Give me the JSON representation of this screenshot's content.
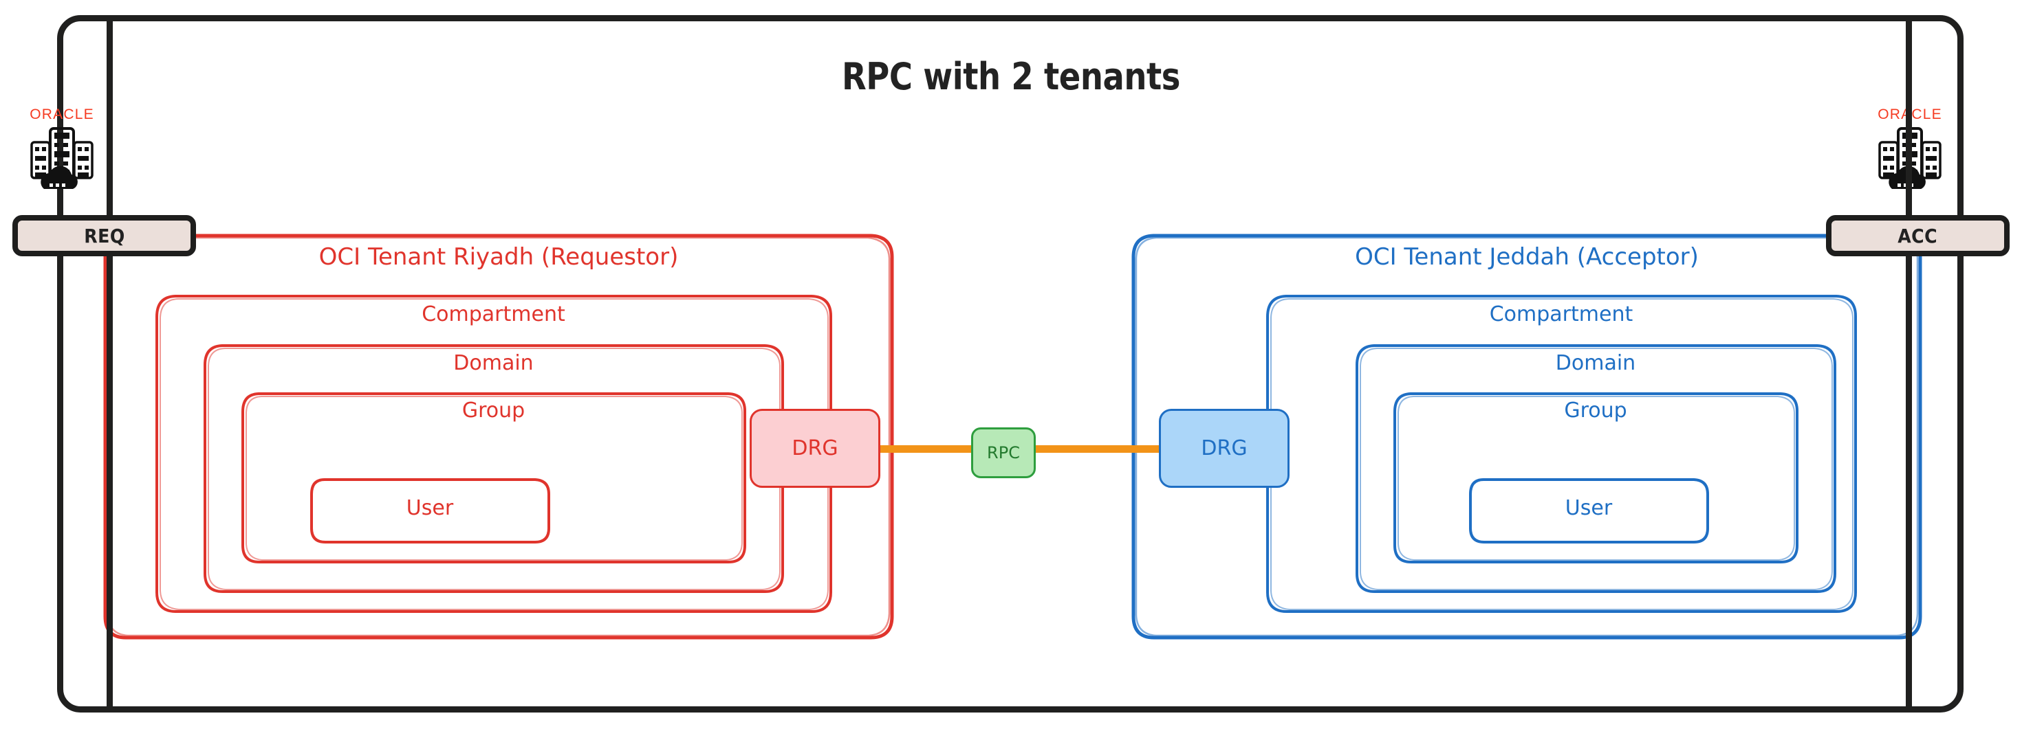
{
  "title": "RPC with 2 tenants",
  "colors": {
    "frame": "#20201f",
    "requestor_red": "#e0342c",
    "acceptor_blue": "#1f6fc4",
    "rpc_green": "#2e9e3e",
    "rpc_link_orange": "#f29318",
    "badge_fill": "#ebdfda",
    "oracle_red": "#f53b22",
    "drg_req_fill": "#fccfd2",
    "drg_acc_fill": "#abd6f9",
    "rpc_fill": "#b7e9b7",
    "background": "#ffffff"
  },
  "endpoints": {
    "requestor": {
      "badge_label": "REQ",
      "brand_label": "ORACLE",
      "icon": "oracle-datacenter-cloud-icon"
    },
    "acceptor": {
      "badge_label": "ACC",
      "brand_label": "ORACLE",
      "icon": "oracle-datacenter-cloud-icon"
    }
  },
  "tenants": [
    {
      "id": "requestor",
      "title": "OCI Tenant Riyadh (Requestor)",
      "color": "#e0342c",
      "nested": [
        {
          "label": "Compartment"
        },
        {
          "label": "Domain"
        },
        {
          "label": "Group"
        },
        {
          "label": "User"
        }
      ],
      "gateway": {
        "label": "DRG"
      }
    },
    {
      "id": "acceptor",
      "title": "OCI Tenant Jeddah (Acceptor)",
      "color": "#1f6fc4",
      "nested": [
        {
          "label": "Compartment"
        },
        {
          "label": "Domain"
        },
        {
          "label": "Group"
        },
        {
          "label": "User"
        }
      ],
      "gateway": {
        "label": "DRG"
      }
    }
  ],
  "connection": {
    "label": "RPC",
    "line_color": "#f29318",
    "node_fill": "#b7e9b7",
    "node_border": "#2e9e3e"
  }
}
